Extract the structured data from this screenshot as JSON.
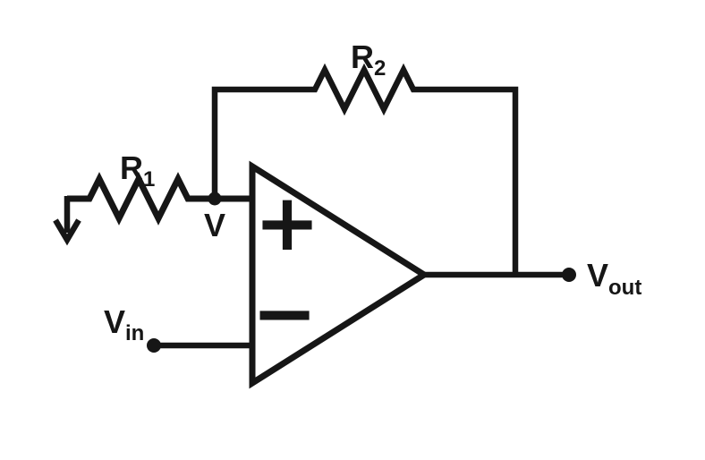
{
  "colors": {
    "line": "#161616",
    "background": "#ffffff"
  },
  "labels": {
    "r1_main": "R",
    "r1_sub": "1",
    "r2_main": "R",
    "r2_sub": "2",
    "node_v": "V",
    "vin_main": "V",
    "vin_sub": "in",
    "vout_main": "V",
    "vout_sub": "out",
    "opamp_plus": "+",
    "opamp_minus": "−"
  }
}
